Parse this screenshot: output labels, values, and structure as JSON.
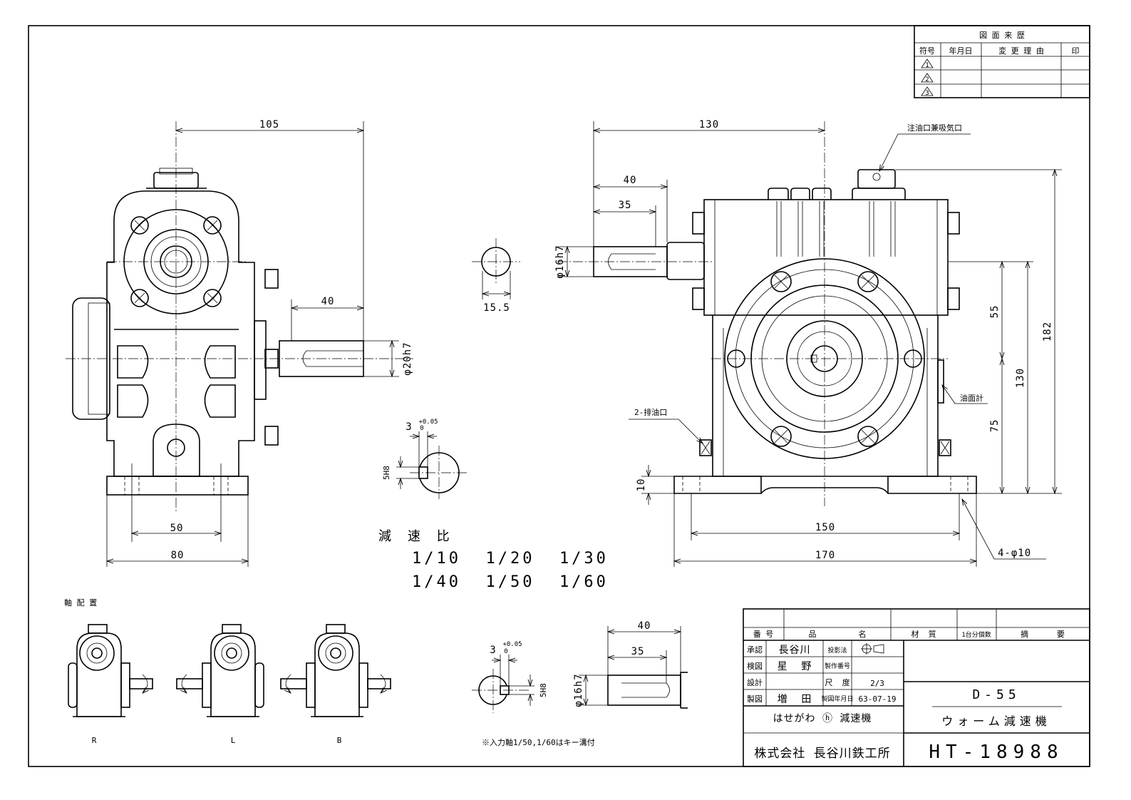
{
  "revision_table": {
    "title": "図 面 来 歴",
    "headers": [
      "符号",
      "年月日",
      "変 更 理 由",
      "印"
    ],
    "marks": [
      "1",
      "2",
      "3"
    ]
  },
  "dims_front": {
    "width_105": "105",
    "shaft_40": "40",
    "shaft_dia": "φ20h7",
    "bolt_50": "50",
    "base_80": "80"
  },
  "dims_section": {
    "key_w": "3",
    "key_tol_plus": "+0.05",
    "key_tol_zero": "0",
    "key_h": "5H8",
    "dia_label": "15.5"
  },
  "dims_side": {
    "len_130": "130",
    "shaft_40": "40",
    "shaft_35": "35",
    "shaft_dia": "φ16h7",
    "h_55": "55",
    "h_130": "130",
    "h_182": "182",
    "h_75": "75",
    "h_10": "10",
    "base_150": "150",
    "base_170": "170",
    "holes": "4-φ10"
  },
  "callouts": {
    "oil_inlet": "注油口兼吸気口",
    "drain": "2-排油口",
    "gauge": "油面計"
  },
  "ratio": {
    "label": "減 速 比",
    "row1": "1/10  1/20  1/30",
    "row2": "1/40  1/50  1/60"
  },
  "shaft_layout": {
    "title": "軸 配 置",
    "labels": [
      "R",
      "L",
      "B"
    ]
  },
  "input_shaft": {
    "key_w": "3",
    "tol_plus": "+0.05",
    "tol_zero": "0",
    "key_h": "5H8",
    "len_40": "40",
    "len_35": "35",
    "dia": "φ16h7",
    "note": "※入力軸1/50,1/60はキー溝付"
  },
  "title_block": {
    "headers": {
      "number": "番 号",
      "name_a": "品",
      "name_b": "名",
      "material": "材  質",
      "qty": "1台分個数",
      "remarks": "摘      要"
    },
    "rows": [
      {
        "role": "承認",
        "name": "長谷川",
        "key": "投影法",
        "value": ""
      },
      {
        "role": "検図",
        "name": "星  野",
        "key": "製作番号",
        "value": ""
      },
      {
        "role": "設計",
        "name": "",
        "key": "尺  度",
        "value": "2/3"
      },
      {
        "role": "製図",
        "name": "増  田",
        "key": "製図年月日",
        "value": "63-07-19"
      }
    ],
    "brand": "はせがわ ⓗ 減速機",
    "company": "株式会社 長谷川鉄工所",
    "model": "D-55",
    "product": "ウォーム減速機",
    "drawing_no": "HT-18988"
  }
}
